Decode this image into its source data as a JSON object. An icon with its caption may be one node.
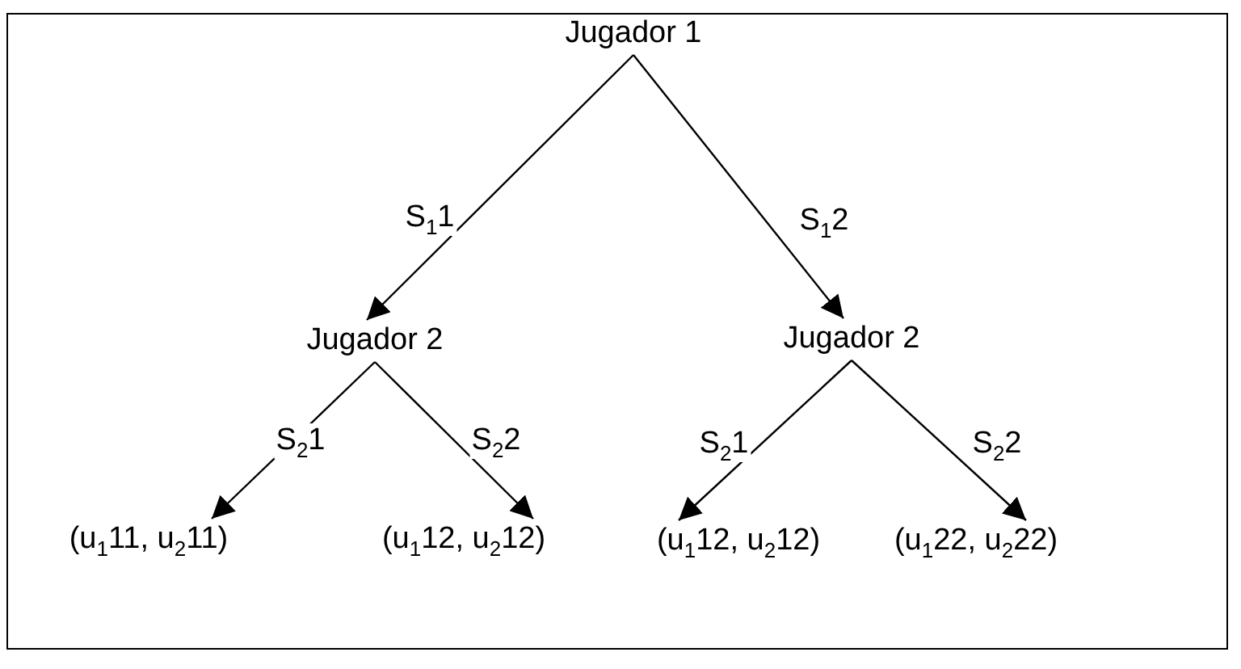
{
  "diagram": {
    "nodes": [
      {
        "text": [
          "Jugador 1"
        ]
      },
      {
        "text": [
          "Jugador 2"
        ]
      },
      {
        "text": [
          "Jugador 2"
        ]
      },
      {
        "text": [
          "(u$_{1}$11, u$_{2}$11)"
        ]
      },
      {
        "text": [
          "(u$_{1}$12, u$_{2}$12)"
        ]
      },
      {
        "text": [
          "(u$_{1}$12, u$_{2}$12)"
        ]
      },
      {
        "text": [
          "(u$_{1}$22, u$_{2}$22)"
        ]
      }
    ],
    "edges": [
      {
        "from": 0,
        "to": 1,
        "arrow": "to",
        "label": "S$_{1}$1"
      },
      {
        "from": 0,
        "to": 2,
        "arrow": "to",
        "label": "S$_{1}$2"
      },
      {
        "from": 1,
        "to": 3,
        "arrow": "to",
        "label": "S$_{2}$1"
      },
      {
        "from": 1,
        "to": 4,
        "arrow": "to",
        "label": "S$_{2}$2"
      },
      {
        "from": 2,
        "to": 5,
        "arrow": "to",
        "label": "S$_{2}$1"
      },
      {
        "from": 2,
        "to": 6,
        "arrow": "to",
        "label": "S$_{2}$2"
      }
    ]
  }
}
